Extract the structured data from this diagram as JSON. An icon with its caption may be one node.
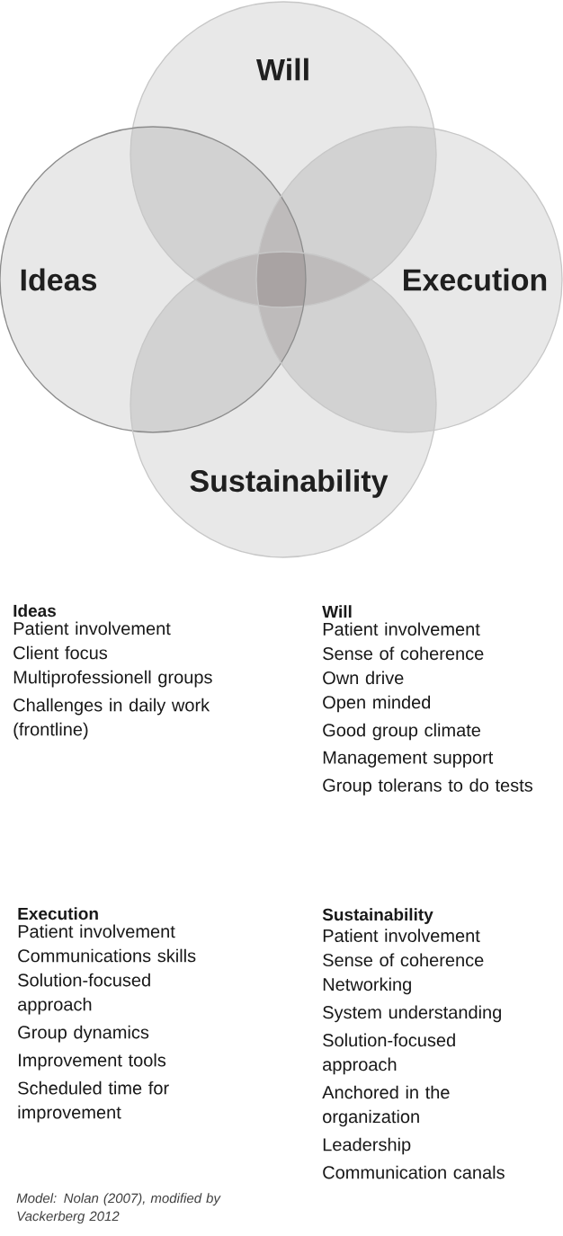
{
  "diagram": {
    "caption": "Model: Nolan (2007), modified by Vackerberg 2012",
    "nodes": [
      {
        "text": [
          "Will"
        ]
      },
      {
        "text": [
          "Ideas"
        ]
      },
      {
        "text": [
          "Execution"
        ]
      },
      {
        "text": [
          "Sustainability"
        ]
      }
    ],
    "edges": [],
    "labels": [
      "Ideas",
      "Patient involvement",
      "Client focus",
      "Multiprofessionell groups",
      "Challenges in daily work (frontline)",
      "Will",
      "Patient involvement",
      "Sense of coherence",
      "Own drive",
      "Open minded",
      "Good group climate",
      "Management support",
      "Group tolerans to do tests",
      "Execution",
      "Patient involvement",
      "Communications skills",
      "Solution-focused approach",
      "Group dynamics",
      "Improvement tools",
      "Scheduled time for improvement",
      "Sustainability",
      "Patient involvement",
      "Sense of coherence",
      "Networking",
      "System understanding",
      "Solution-focused approach",
      "Anchored in the organization",
      "Leadership",
      "Communication canals"
    ]
  }
}
